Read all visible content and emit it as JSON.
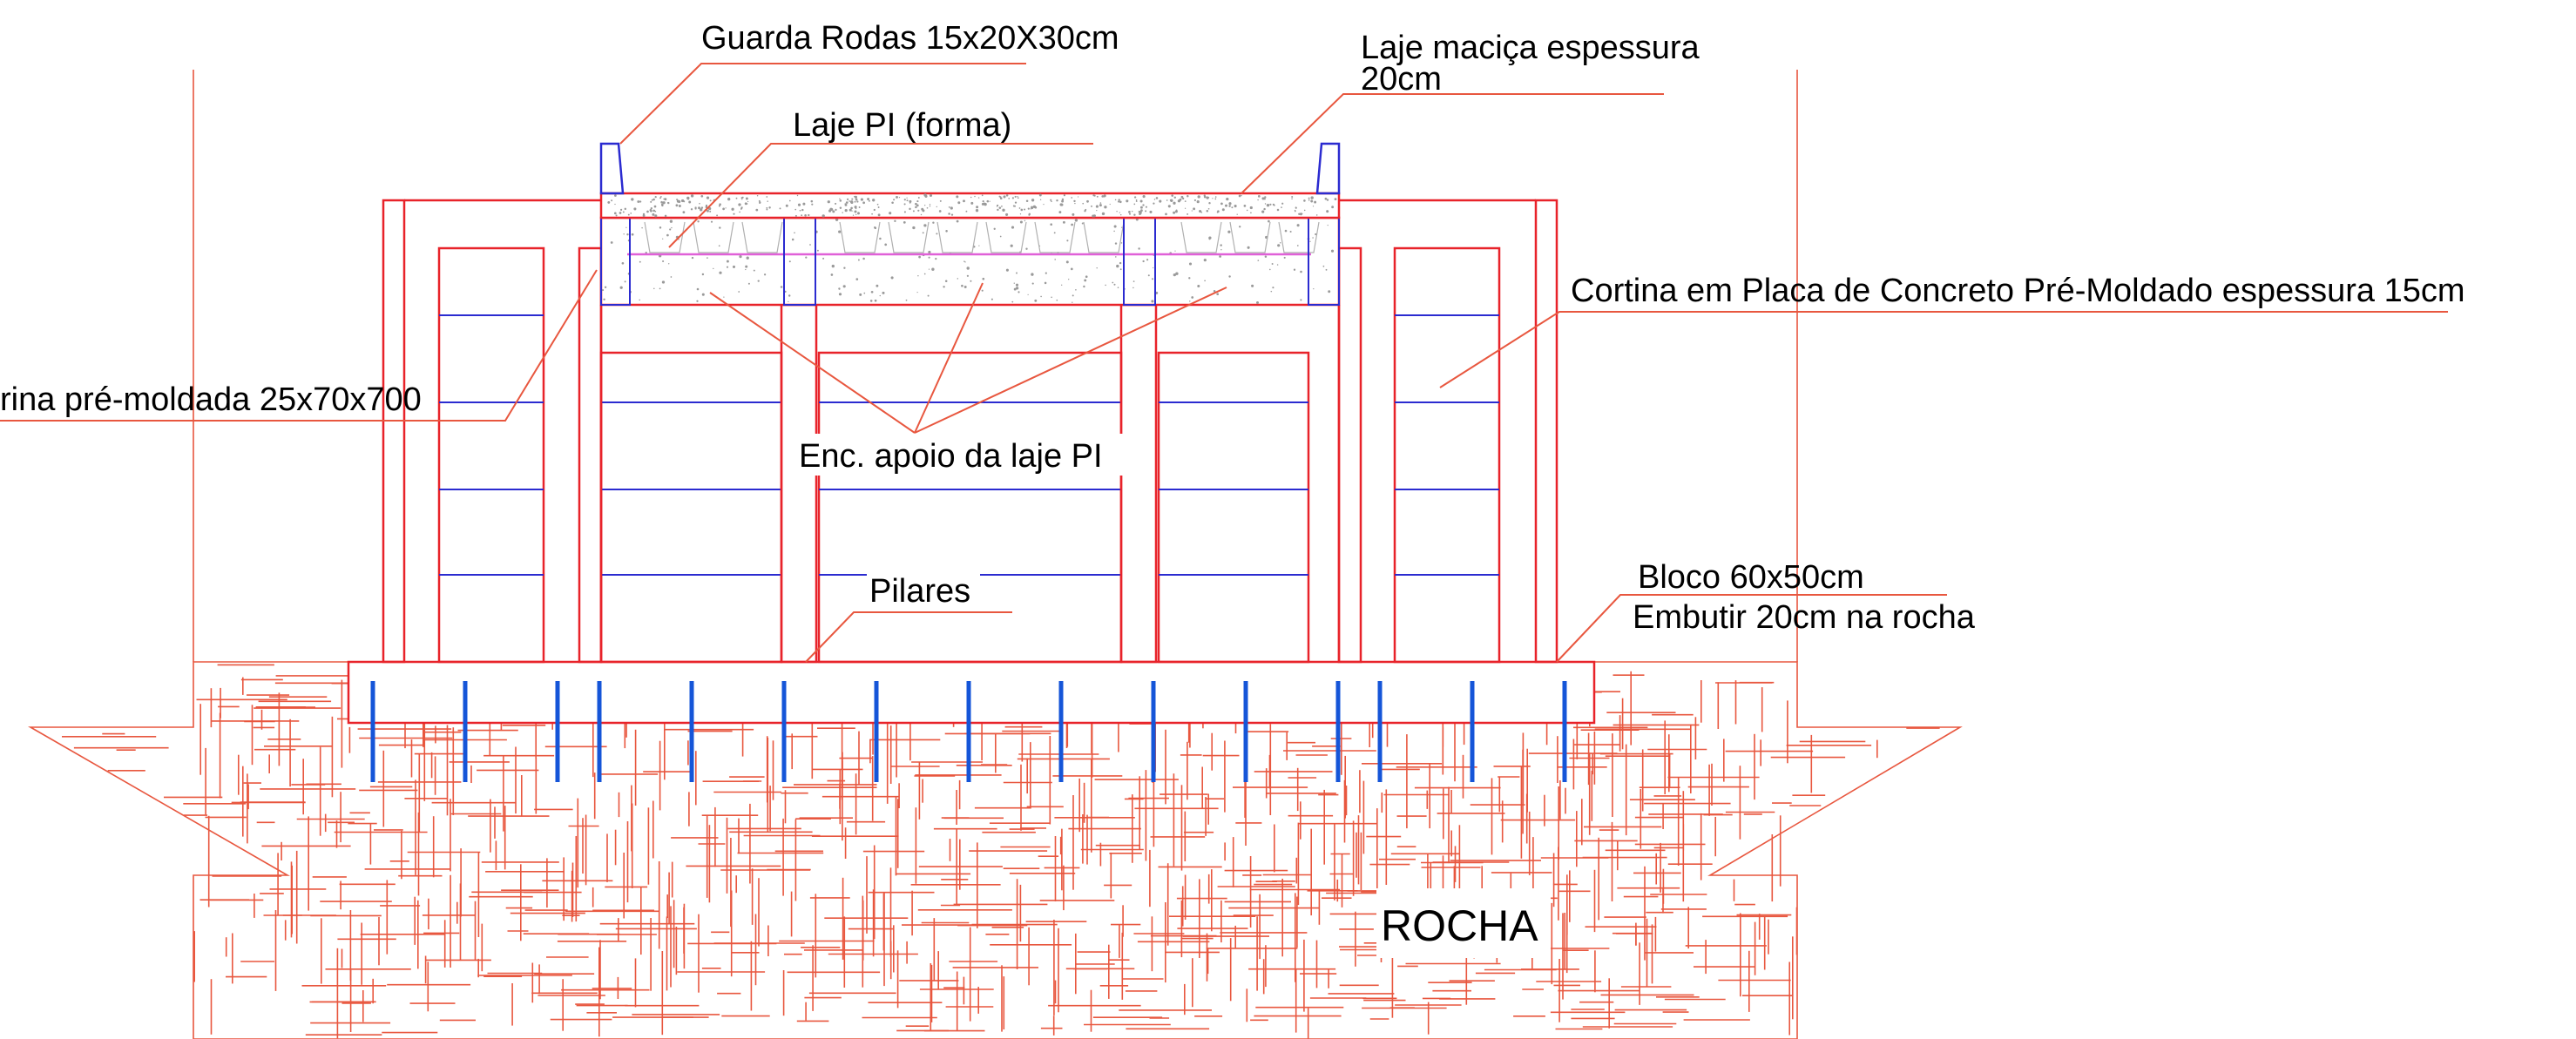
{
  "labels": {
    "guarda_rodas": "Guarda Rodas 15x20X30cm",
    "laje_macica": "Laje maciça espessura",
    "laje_macica_line2": "20cm",
    "laje_pi": "Laje PI (forma)",
    "cortina": "Cortina em Placa de Concreto Pré-Moldado espessura 15cm",
    "cortina_pre": "rina pré-moldada 25x70x700",
    "enc_apoio": "Enc. apoio da laje PI",
    "pilares": "Pilares",
    "bloco": "Bloco 60x50cm",
    "embutir": "Embutir 20cm na rocha",
    "rocha": "ROCHA"
  },
  "colors": {
    "structure": "#e8232a",
    "panels": "#2b2bd0",
    "leaders": "#e8573f",
    "anchors": "#1555d8",
    "form": "#e060d8"
  }
}
